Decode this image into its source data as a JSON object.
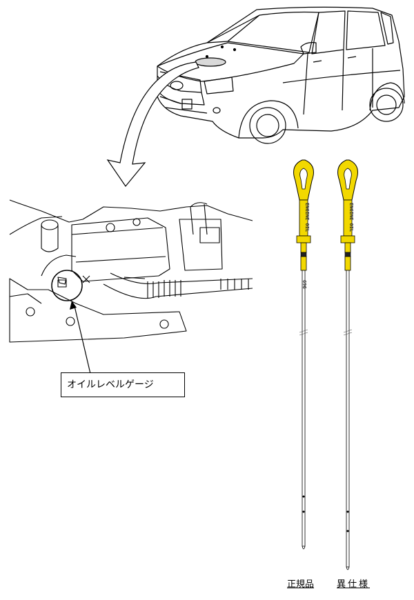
{
  "callout": {
    "label": "オイルレベルゲージ"
  },
  "captions": {
    "genuine": "正規品",
    "non_genuine": "異仕様"
  },
  "dipstick": {
    "handle_text": "ENGINE OIL",
    "shaft_text": "69G",
    "handle_color": "#f2d800"
  }
}
